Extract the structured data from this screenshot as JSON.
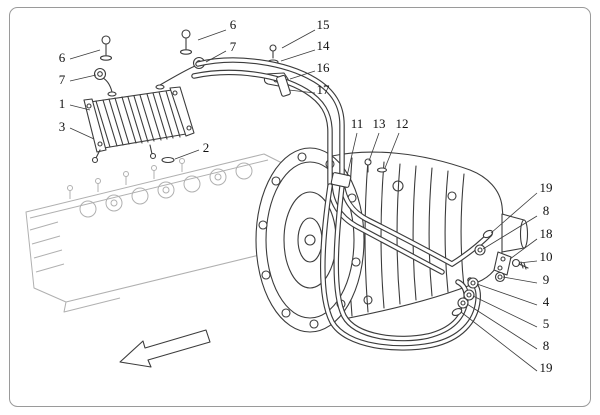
{
  "figure": {
    "background": "#ffffff",
    "frame_color": "#9a9a9a",
    "line_color": "#3c3c3c",
    "ghost_color": "#b0b0b0",
    "label_color": "#111111"
  },
  "callouts": [
    {
      "label": "6"
    },
    {
      "label": "7"
    },
    {
      "label": "1"
    },
    {
      "label": "3"
    },
    {
      "label": "2"
    },
    {
      "label": "6"
    },
    {
      "label": "7"
    },
    {
      "label": "15"
    },
    {
      "label": "14"
    },
    {
      "label": "16"
    },
    {
      "label": "17"
    },
    {
      "label": "11"
    },
    {
      "label": "13"
    },
    {
      "label": "12"
    },
    {
      "label": "19"
    },
    {
      "label": "8"
    },
    {
      "label": "18"
    },
    {
      "label": "10"
    },
    {
      "label": "9"
    },
    {
      "label": "4"
    },
    {
      "label": "5"
    },
    {
      "label": "8"
    },
    {
      "label": "19"
    }
  ]
}
